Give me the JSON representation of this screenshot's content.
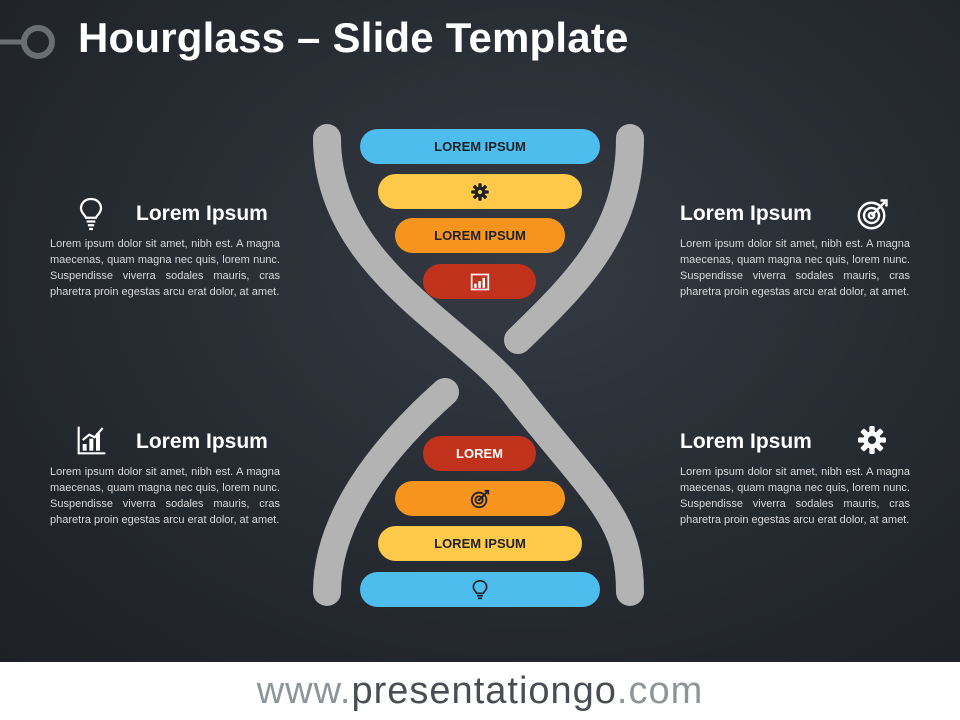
{
  "slide": {
    "title": "Hourglass – Slide Template"
  },
  "colors": {
    "blue": "#4dbdee",
    "yellow": "#ffc94a",
    "orange": "#f7941e",
    "red": "#c0321c",
    "gray": "#b3b3b3",
    "background": "#262a31"
  },
  "hourglass": {
    "top_bars": [
      {
        "label": "LOREM IPSUM",
        "color": "blue",
        "icon": null
      },
      {
        "label": "",
        "color": "yellow",
        "icon": "gear-icon"
      },
      {
        "label": "LOREM IPSUM",
        "color": "orange",
        "icon": null
      },
      {
        "label": "",
        "color": "red",
        "icon": "bar-chart-icon"
      }
    ],
    "bottom_bars": [
      {
        "label": "LOREM",
        "color": "red",
        "icon": null
      },
      {
        "label": "",
        "color": "orange",
        "icon": "target-icon"
      },
      {
        "label": "LOREM IPSUM",
        "color": "yellow",
        "icon": null
      },
      {
        "label": "",
        "color": "blue",
        "icon": "lightbulb-icon"
      }
    ]
  },
  "blocks": {
    "top_left": {
      "title": "Lorem Ipsum",
      "icon": "lightbulb-icon",
      "body": "Lorem ipsum dolor sit amet, nibh est. A magna maecenas, quam magna nec quis, lorem nunc. Suspendisse viverra sodales mauris, cras pharetra proin egestas arcu erat dolor, at amet."
    },
    "top_right": {
      "title": "Lorem Ipsum",
      "icon": "target-icon",
      "body": "Lorem ipsum dolor sit amet, nibh est. A magna maecenas, quam magna nec quis, lorem nunc. Suspendisse viverra sodales mauris, cras pharetra proin egestas arcu erat dolor, at amet."
    },
    "bottom_left": {
      "title": "Lorem Ipsum",
      "icon": "bar-chart-icon",
      "body": "Lorem ipsum dolor sit amet, nibh est. A magna maecenas, quam magna nec quis, lorem nunc. Suspendisse viverra sodales mauris, cras pharetra proin egestas arcu erat dolor, at amet."
    },
    "bottom_right": {
      "title": "Lorem Ipsum",
      "icon": "gear-icon",
      "body": "Lorem ipsum dolor sit amet, nibh est. A magna maecenas, quam magna nec quis, lorem nunc. Suspendisse viverra sodales mauris, cras pharetra proin egestas arcu erat dolor, at amet."
    }
  },
  "footer": {
    "url_prefix": "www.",
    "url_main": "presentationgo",
    "url_suffix": ".com"
  }
}
